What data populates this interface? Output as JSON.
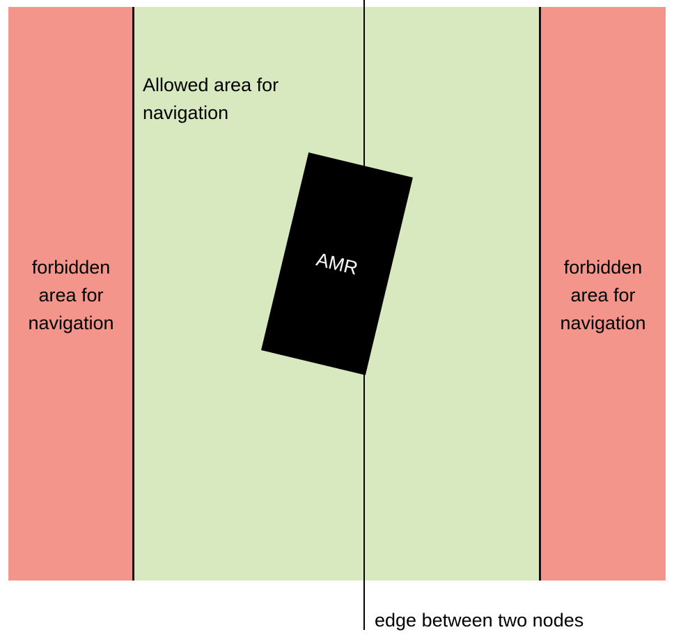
{
  "colors": {
    "forbidden": "#f4958c",
    "allowed": "#d8e9c0",
    "robot": "#000000",
    "boundary": "#1a0d0d"
  },
  "zones": {
    "left": {
      "label": "forbidden\narea for\nnavigation"
    },
    "center": {
      "label": "Allowed area for\nnavigation"
    },
    "right": {
      "label": "forbidden\narea for\nnavigation"
    }
  },
  "robot": {
    "label": "AMR"
  },
  "edge": {
    "label": "edge between two nodes"
  }
}
